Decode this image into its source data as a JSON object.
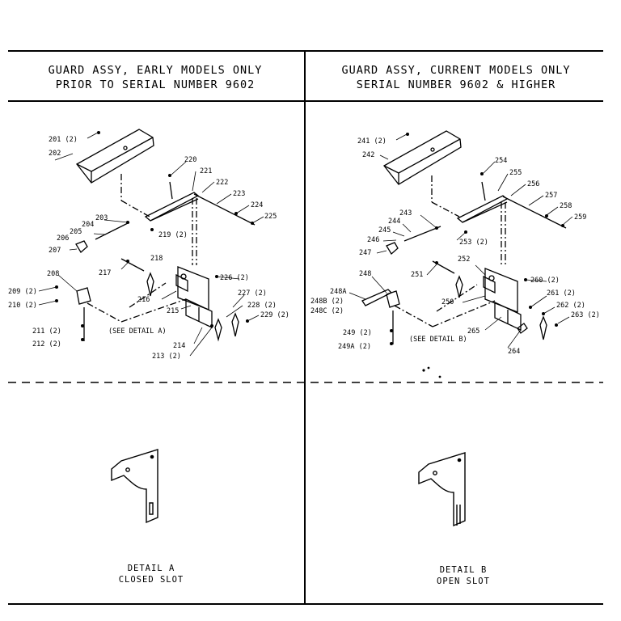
{
  "header_left": {
    "line1": "GUARD ASSY, EARLY MODELS ONLY",
    "line2": "PRIOR TO SERIAL NUMBER 9602"
  },
  "header_right": {
    "line1": "GUARD ASSY, CURRENT MODELS ONLY",
    "line2": "SERIAL NUMBER 9602 & HIGHER"
  },
  "left_parts": [
    "201 (2)",
    "202",
    "203",
    "204",
    "205",
    "206",
    "207",
    "208",
    "209 (2)",
    "210 (2)",
    "211 (2)",
    "212 (2)",
    "213 (2)",
    "214",
    "215",
    "216",
    "217",
    "218",
    "219 (2)",
    "220",
    "221",
    "222",
    "223",
    "224",
    "225",
    "226 (2)",
    "227 (2)",
    "228 (2)",
    "229 (2)"
  ],
  "right_parts": [
    "241 (2)",
    "242",
    "243",
    "244",
    "245",
    "246",
    "247",
    "248",
    "248A",
    "248B (2)",
    "248C (2)",
    "249 (2)",
    "249A (2)",
    "250",
    "251",
    "252",
    "253 (2)",
    "254",
    "255",
    "256",
    "257",
    "258",
    "259",
    "260 (2)",
    "261 (2)",
    "262 (2)",
    "263 (2)",
    "264",
    "265"
  ],
  "see_detail_a": "(SEE DETAIL A)",
  "see_detail_b": "(SEE DETAIL B)",
  "detail_a": {
    "title": "DETAIL A",
    "subtitle": "CLOSED SLOT"
  },
  "detail_b": {
    "title": "DETAIL B",
    "subtitle": "OPEN SLOT"
  }
}
